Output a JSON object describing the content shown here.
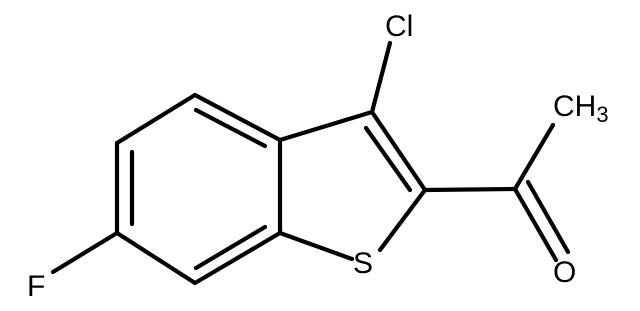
{
  "structure": {
    "atom_labels": {
      "chlorine": "Cl",
      "fluorine": "F",
      "sulfur": "S",
      "oxygen": "O",
      "methyl_main": "CH",
      "methyl_subscript": "3"
    }
  },
  "colors": {
    "bond": "#000000",
    "label": "#000000",
    "background": "#ffffff"
  }
}
